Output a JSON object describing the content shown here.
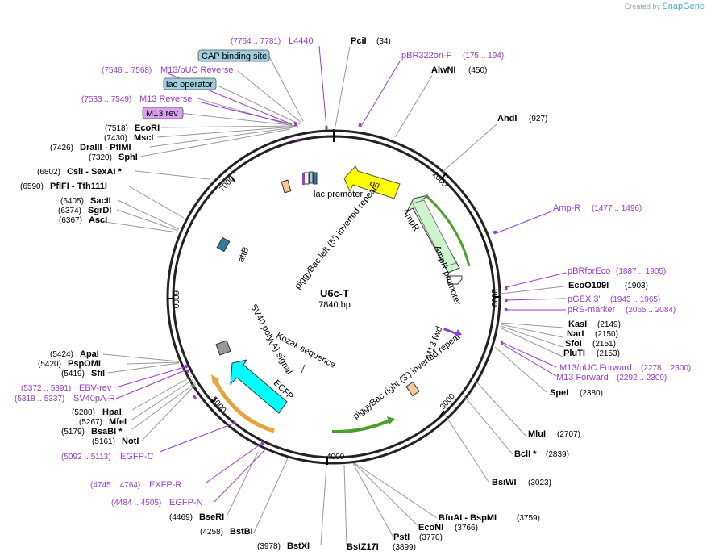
{
  "branding": {
    "created_by": "Created by",
    "product": "SnapGene"
  },
  "plasmid": {
    "name": "U6c-T",
    "length_label": "7840 bp",
    "length": 7840
  },
  "ticks": [
    "1000",
    "2000",
    "3000",
    "4000",
    "5000",
    "6000",
    "7000"
  ],
  "enzymes": [
    {
      "id": "PciI",
      "name": "PciI",
      "pos": "(34)"
    },
    {
      "id": "AlwNI",
      "name": "AlwNI",
      "pos": "(450)"
    },
    {
      "id": "AhdI",
      "name": "AhdI",
      "pos": "(927)"
    },
    {
      "id": "EcoO109I",
      "name": "EcoO109I",
      "pos": "(1903)"
    },
    {
      "id": "KasI",
      "name": "KasI",
      "pos": "(2149)"
    },
    {
      "id": "NarI",
      "name": "NarI",
      "pos": "(2150)"
    },
    {
      "id": "SfoI",
      "name": "SfoI",
      "pos": "(2151)"
    },
    {
      "id": "PluTI",
      "name": "PluTI",
      "pos": "(2153)"
    },
    {
      "id": "SpeI",
      "name": "SpeI",
      "pos": "(2380)"
    },
    {
      "id": "MluI",
      "name": "MluI",
      "pos": "(2707)"
    },
    {
      "id": "BclI",
      "name": "BclI *",
      "pos": "(2839)"
    },
    {
      "id": "BsiWI",
      "name": "BsiWI",
      "pos": "(3023)"
    },
    {
      "id": "BfuAI",
      "name": "BfuAI - BspMI",
      "pos": "(3759)"
    },
    {
      "id": "EcoNI",
      "name": "EcoNI",
      "pos": "(3766)"
    },
    {
      "id": "PstI",
      "name": "PstI",
      "pos": "(3770)"
    },
    {
      "id": "BstZ17I",
      "name": "BstZ17I",
      "pos": "(3899)"
    },
    {
      "id": "BstXI",
      "name": "BstXI",
      "pos": "(3978)"
    },
    {
      "id": "BstBI",
      "name": "BstBI",
      "pos": "(4258)"
    },
    {
      "id": "BseRI",
      "name": "BseRI",
      "pos": "(4469)"
    },
    {
      "id": "NotI",
      "name": "NotI",
      "pos": "(5161)"
    },
    {
      "id": "BsaBI",
      "name": "BsaBI *",
      "pos": "(5179)"
    },
    {
      "id": "MfeI",
      "name": "MfeI",
      "pos": "(5267)"
    },
    {
      "id": "HpaI",
      "name": "HpaI",
      "pos": "(5280)"
    },
    {
      "id": "SfiI",
      "name": "SfiI",
      "pos": "(5419)"
    },
    {
      "id": "PspOMI",
      "name": "PspOMI",
      "pos": "(5420)"
    },
    {
      "id": "ApaI",
      "name": "ApaI",
      "pos": "(5424)"
    },
    {
      "id": "AscI",
      "name": "AscI",
      "pos": "(6367)"
    },
    {
      "id": "SgrDI",
      "name": "SgrDI",
      "pos": "(6374)"
    },
    {
      "id": "SacII",
      "name": "SacII",
      "pos": "(6405)"
    },
    {
      "id": "PflFI",
      "name": "PflFI - Tth111I",
      "pos": "(6590)"
    },
    {
      "id": "CsiI",
      "name": "CsiI - SexAI *",
      "pos": "(6802)"
    },
    {
      "id": "SphI",
      "name": "SphI",
      "pos": "(7320)"
    },
    {
      "id": "DraIII",
      "name": "DraIII - PflMI",
      "pos": "(7426)"
    },
    {
      "id": "MscI",
      "name": "MscI",
      "pos": "(7430)"
    },
    {
      "id": "EcoRI",
      "name": "EcoRI",
      "pos": "(7518)"
    }
  ],
  "primers": [
    {
      "id": "L4440",
      "name": "L4440",
      "range": "(7764 .. 7781)"
    },
    {
      "id": "pBR322ori-F",
      "name": "pBR322ori-F",
      "range": "(175 .. 194)"
    },
    {
      "id": "M13pUC-Reverse",
      "name": "M13/pUC Reverse",
      "range": "(7546 .. 7568)"
    },
    {
      "id": "M13-Reverse",
      "name": "M13 Reverse",
      "range": "(7533 .. 7549)"
    },
    {
      "id": "Amp-R",
      "name": "Amp-R",
      "range": "(1477 .. 1496)"
    },
    {
      "id": "pBRforEco",
      "name": "pBRforEco",
      "range": "(1887 .. 1905)"
    },
    {
      "id": "pGEX3",
      "name": "pGEX 3'",
      "range": "(1943 .. 1965)"
    },
    {
      "id": "pRS-marker",
      "name": "pRS-marker",
      "range": "(2065 .. 2084)"
    },
    {
      "id": "M13pUC-Forward",
      "name": "M13/pUC Forward",
      "range": "(2278 .. 2300)"
    },
    {
      "id": "M13-Forward",
      "name": "M13 Forward",
      "range": "(2292 .. 2309)"
    },
    {
      "id": "EBV-rev",
      "name": "EBV-rev",
      "range": "(5372 .. 5391)"
    },
    {
      "id": "SV40pA-R",
      "name": "SV40pA-R",
      "range": "(5318 .. 5337)"
    },
    {
      "id": "EGFP-C",
      "name": "EGFP-C",
      "range": "(5092 .. 5113)"
    },
    {
      "id": "EXFP-R",
      "name": "EXFP-R",
      "range": "(4745 .. 4764)"
    },
    {
      "id": "EGFP-N",
      "name": "EGFP-N",
      "range": "(4484 .. 4505)"
    }
  ],
  "boxed_features": [
    {
      "id": "cap",
      "name": "CAP binding site",
      "color": "#9fcfdd"
    },
    {
      "id": "laco",
      "name": "lac operator",
      "color": "#9fcfdd"
    },
    {
      "id": "m13rev",
      "name": "M13 rev",
      "color": "#d9a2f0"
    }
  ],
  "features": {
    "ori": "ori",
    "ampr": "AmpR",
    "ampr_promoter": "AmpR promoter",
    "lac_promoter": "lac promoter",
    "pb_left": "piggyBac left (5') inverted repeat",
    "attb": "attB",
    "pb_right": "piggyBac right (3') inverted repeat",
    "m13fwd": "M13 fwd",
    "kozak": "Kozak sequence",
    "ecfp": "ECFP",
    "sv40": "SV40 poly(A) signal"
  },
  "colors": {
    "ori": "#ffff00",
    "ampr": "#ccf5cc",
    "ampr_outline": "#4aa02c",
    "ecfp": "#00ffff",
    "sv40_region": "#e8a33a",
    "primer": "#9a3ad0",
    "attb": "#2e7d9a",
    "kozak_box": "#999999",
    "pb_box": "#f7c79a"
  }
}
